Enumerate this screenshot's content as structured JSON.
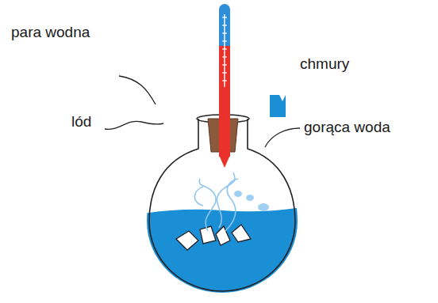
{
  "diagram": {
    "labels": [
      "para wodna",
      "lód",
      "chmury",
      "gorąca woda"
    ]
  }
}
